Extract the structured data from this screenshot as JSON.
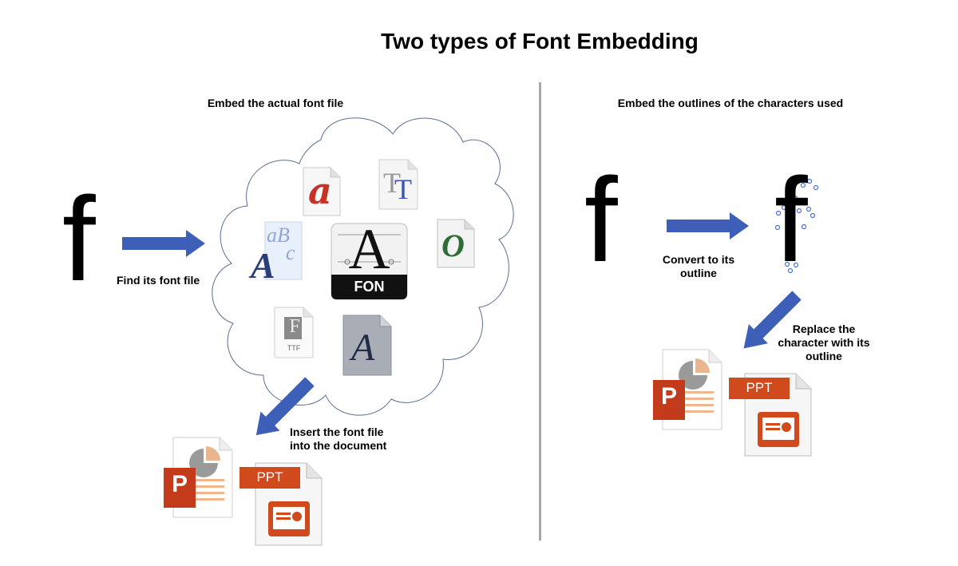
{
  "title": "Two types of Font Embedding",
  "left": {
    "heading": "Embed the actual font file",
    "letter": "f",
    "find_label": "Find its font file",
    "insert_label_line1": "Insert the font file",
    "insert_label_line2": "into the document",
    "icons": {
      "a_icon_glyph": "a",
      "tt_icon_glyph1": "T",
      "tt_icon_glyph2": "T",
      "abc_icon_glyph1": "aB",
      "abc_icon_glyph2": "c",
      "abc_icon_glyph3": "A",
      "fon_icon_glyph": "A",
      "fon_icon_label": "FON",
      "o_icon_glyph": "O",
      "ttf_icon_glyph": "F",
      "ttf_icon_label": "TTF",
      "a_gray_icon_glyph": "A"
    },
    "pp_icon_letter": "P",
    "ppt_label": "PPT"
  },
  "right": {
    "heading": "Embed the outlines of the characters used",
    "letter": "f",
    "outline_letter": "f",
    "convert_label_line1": "Convert to its",
    "convert_label_line2": "outline",
    "replace_label_line1": "Replace the",
    "replace_label_line2": "character with its",
    "replace_label_line3": "outline",
    "pp_icon_letter": "P",
    "ppt_label": "PPT"
  },
  "colors": {
    "arrow_blue": "#3d5fb8",
    "cloud_stroke": "#5a6f93",
    "powerpoint_red": "#c43b1c",
    "ppt_orange": "#d04a1e",
    "divider_gray": "#a8a8a8"
  }
}
